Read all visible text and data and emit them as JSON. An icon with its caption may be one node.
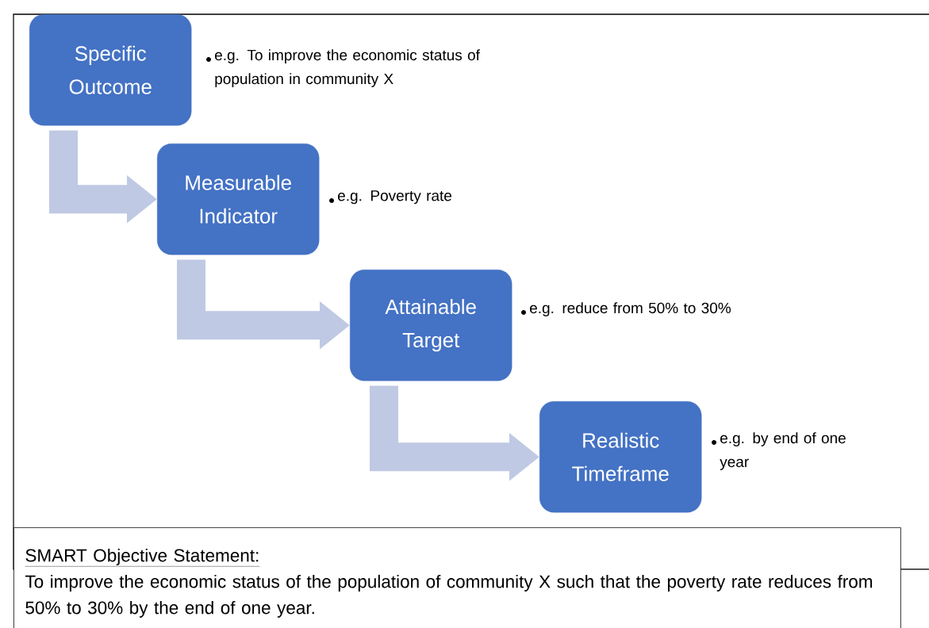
{
  "diagram": {
    "nodes": [
      {
        "text": [
          "Specific Outcome"
        ],
        "beside": [
          "e.g. To improve the economic status of population in community X"
        ]
      },
      {
        "text": [
          "Measurable Indicator"
        ],
        "beside": [
          "e.g. Poverty rate"
        ]
      },
      {
        "text": [
          "Attainable Target"
        ],
        "beside": [
          "e.g. reduce from 50% to 30%"
        ]
      },
      {
        "text": [
          "Realistic Timeframe"
        ],
        "beside": [
          "e.g. by end of one year"
        ]
      },
      {
        "text": [
          "SMART Objective Statement:",
          "To improve the economic status of the population of community X such that the poverty rate reduces from 50% to 30% by the end of one year."
        ]
      }
    ],
    "edges": [
      {
        "from": 0,
        "to": 1,
        "arrow": "to"
      },
      {
        "from": 1,
        "to": 2,
        "arrow": "to"
      },
      {
        "from": 2,
        "to": 3,
        "arrow": "to"
      }
    ]
  }
}
